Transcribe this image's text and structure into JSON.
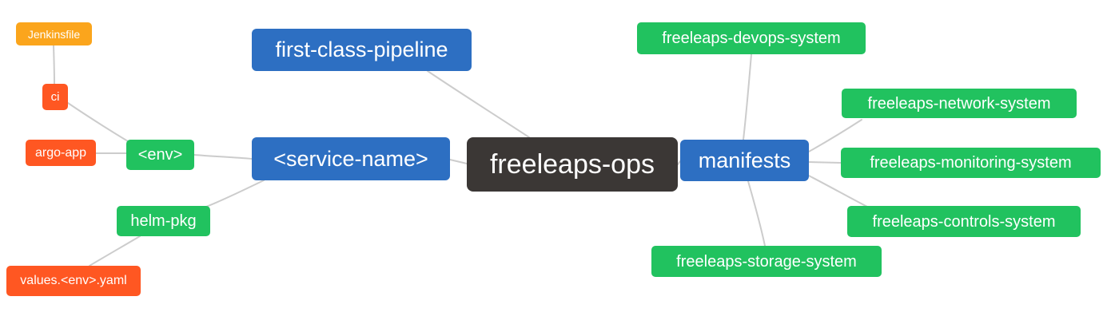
{
  "diagram": {
    "type": "mindmap",
    "background": "#FFFFFF",
    "edge_color": "#CCCCCC",
    "text_color": "#FFFFFF",
    "colors": {
      "root": "#3B3735",
      "branch_blue": "#2D6FC2",
      "leaf_green": "#21C25F",
      "leaf_red": "#FF5722",
      "leaf_orange": "#FBA51C"
    },
    "nodes": {
      "root": {
        "label": "freeleaps-ops",
        "color": "#3B3735"
      },
      "pipeline": {
        "label": "first-class-pipeline",
        "color": "#2D6FC2"
      },
      "service": {
        "label": "<service-name>",
        "color": "#2D6FC2"
      },
      "manifests": {
        "label": "manifests",
        "color": "#2D6FC2"
      },
      "env": {
        "label": "<env>",
        "color": "#21C25F"
      },
      "helm_pkg": {
        "label": "helm-pkg",
        "color": "#21C25F"
      },
      "ci": {
        "label": "ci",
        "color": "#FF5722"
      },
      "argo_app": {
        "label": "argo-app",
        "color": "#FF5722"
      },
      "values_yaml": {
        "label": "values.<env>.yaml",
        "color": "#FF5722"
      },
      "jenkinsfile": {
        "label": "Jenkinsfile",
        "color": "#FBA51C"
      },
      "devops": {
        "label": "freeleaps-devops-system",
        "color": "#21C25F"
      },
      "network": {
        "label": "freeleaps-network-system",
        "color": "#21C25F"
      },
      "monitoring": {
        "label": "freeleaps-monitoring-system",
        "color": "#21C25F"
      },
      "controls": {
        "label": "freeleaps-controls-system",
        "color": "#21C25F"
      },
      "storage": {
        "label": "freeleaps-storage-system",
        "color": "#21C25F"
      }
    },
    "edges": [
      {
        "from": "jenkinsfile",
        "to": "ci"
      },
      {
        "from": "ci",
        "to": "env"
      },
      {
        "from": "argo_app",
        "to": "env"
      },
      {
        "from": "env",
        "to": "service"
      },
      {
        "from": "service",
        "to": "helm_pkg"
      },
      {
        "from": "helm_pkg",
        "to": "values_yaml"
      },
      {
        "from": "pipeline",
        "to": "root"
      },
      {
        "from": "service",
        "to": "root"
      },
      {
        "from": "root",
        "to": "manifests"
      },
      {
        "from": "manifests",
        "to": "devops"
      },
      {
        "from": "manifests",
        "to": "network"
      },
      {
        "from": "manifests",
        "to": "monitoring"
      },
      {
        "from": "manifests",
        "to": "controls"
      },
      {
        "from": "manifests",
        "to": "storage"
      }
    ]
  }
}
